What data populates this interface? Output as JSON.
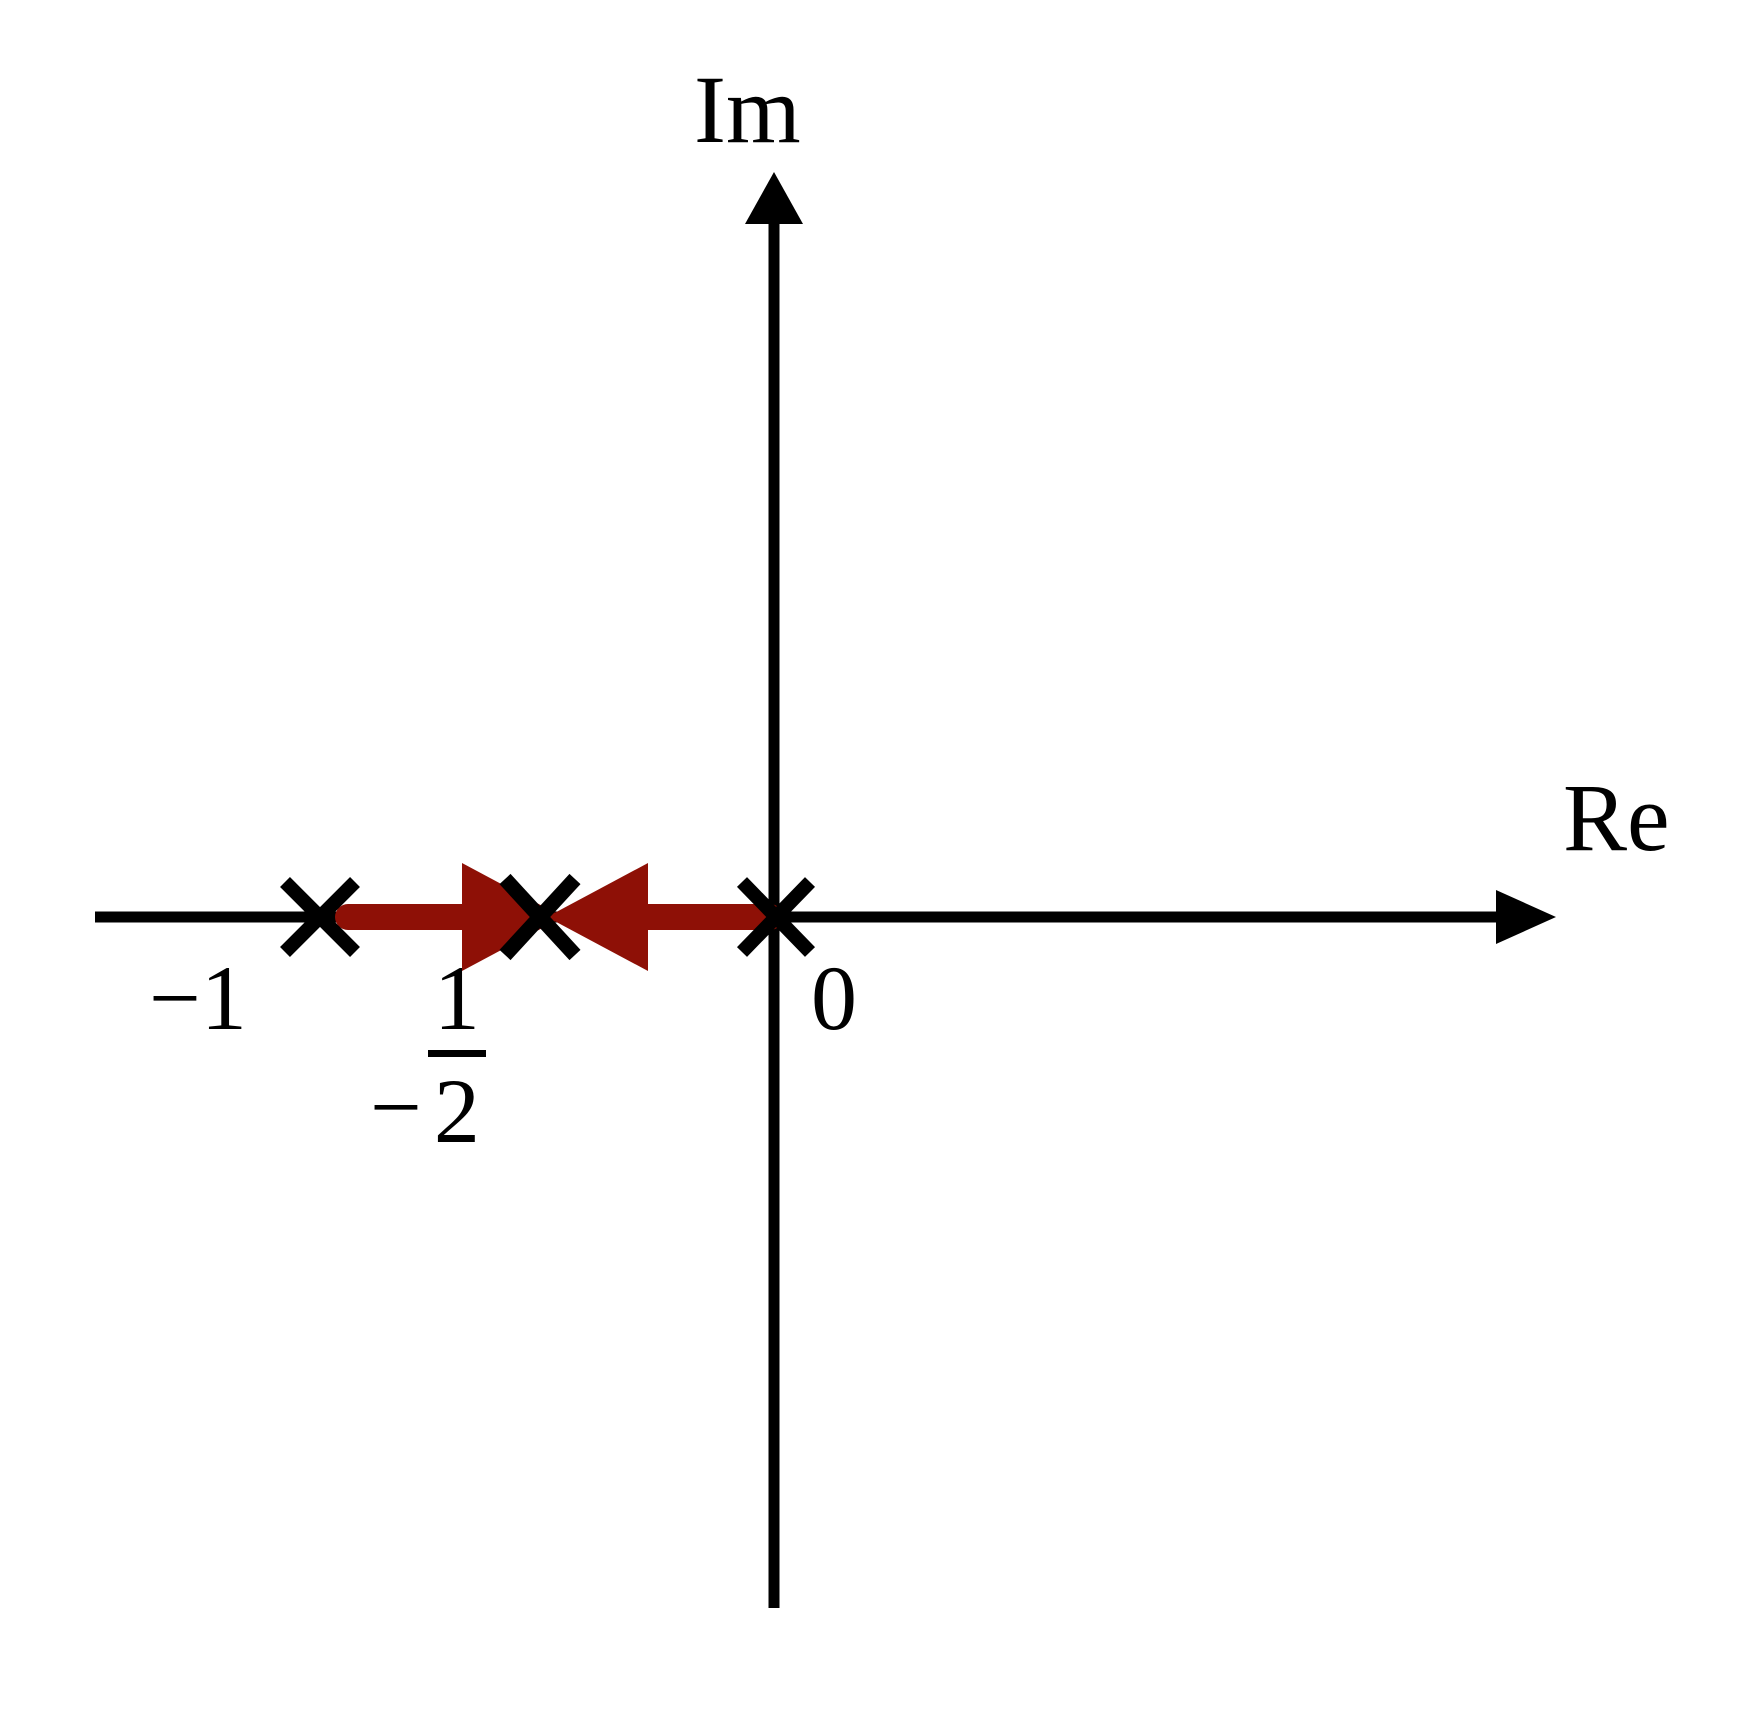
{
  "figure": {
    "title": "",
    "type": "complex-plane-pole-diagram",
    "background_color": "#ffffff",
    "axis_color": "#000000",
    "accent_color": "#8e1006"
  },
  "axes": {
    "imaginary": {
      "label": "Im",
      "orientation": "vertical",
      "arrow": "up"
    },
    "real": {
      "label": "Re",
      "orientation": "horizontal",
      "arrow": "right"
    }
  },
  "tick_labels": {
    "minus_one": "−1",
    "zero": "0",
    "minus_half": {
      "sign": "−",
      "numerator": "1",
      "denominator": "2"
    }
  },
  "markers": {
    "symbol": "x",
    "semantic": "pole-cross",
    "positions": [
      {
        "name": "pole-minus-one",
        "re": -1,
        "im": 0,
        "label": "−1"
      },
      {
        "name": "pole-minus-half",
        "re": -0.5,
        "im": 0,
        "label": "−1/2"
      },
      {
        "name": "pole-zero",
        "re": 0,
        "im": 0,
        "label": "0"
      }
    ]
  },
  "flow_arrows": [
    {
      "name": "flow-arrow-right",
      "direction": "right",
      "from_re": -1,
      "to_re": -0.5,
      "color": "#8e1006"
    },
    {
      "name": "flow-arrow-left",
      "direction": "left",
      "from_re": 0,
      "to_re": -0.5,
      "color": "#8e1006"
    }
  ],
  "chart_data": {
    "type": "scatter",
    "title": "",
    "xlabel": "Re",
    "ylabel": "Im",
    "xlim": [
      -1.35,
      1.35
    ],
    "ylim": [
      -1.1,
      1.1
    ],
    "grid": false,
    "legend": null,
    "categories": [
      "−1",
      "−1/2",
      "0"
    ],
    "x": [
      -1,
      -0.5,
      0
    ],
    "y": [
      0,
      0,
      0
    ],
    "marker": "x",
    "annotations": [
      {
        "text": "−1",
        "x": -1,
        "y": -0.12
      },
      {
        "text": "−1/2",
        "x": -0.5,
        "y": -0.16
      },
      {
        "text": "0",
        "x": 0.06,
        "y": -0.12
      },
      {
        "text": "Im",
        "x": -0.04,
        "y": 1.05
      },
      {
        "text": "Re",
        "x": 1.22,
        "y": 0.05
      }
    ]
  }
}
